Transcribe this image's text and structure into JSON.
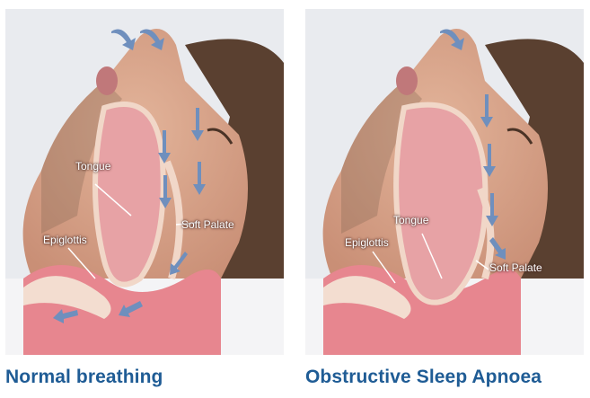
{
  "panels": [
    {
      "caption": "Normal breathing",
      "labels": {
        "tongue": "Tongue",
        "epiglottis": "Epiglottis",
        "soft_palate": "Soft Palate"
      }
    },
    {
      "caption": "Obstructive Sleep Apnoea",
      "labels": {
        "tongue": "Tongue",
        "epiglottis": "Epiglottis",
        "soft_palate": "Soft Palate"
      }
    }
  ],
  "colors": {
    "caption": "#1f5c95",
    "skin": "#d9a88f",
    "airway": "#e7868f",
    "arrow": "#6f8fbd",
    "label": "#ffffff"
  }
}
